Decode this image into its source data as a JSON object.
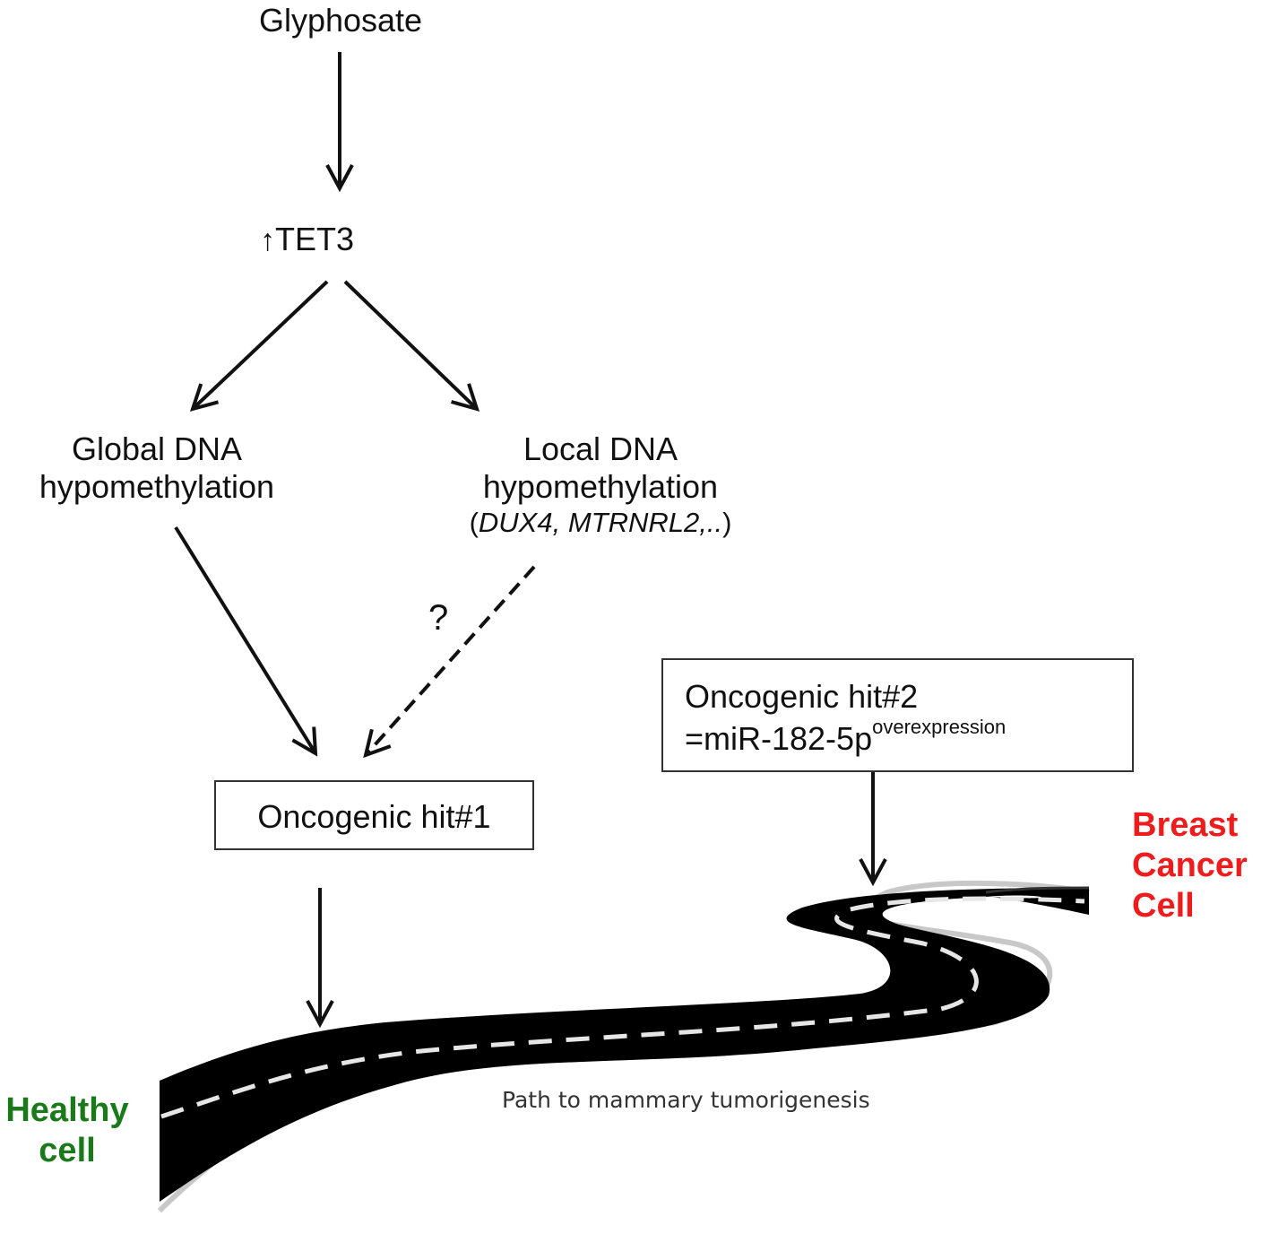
{
  "nodes": {
    "glyphosate": "Glyphosate",
    "tet3_arrow": "↑",
    "tet3": "TET3",
    "global": {
      "line1": "Global DNA",
      "line2": "hypomethylation"
    },
    "local": {
      "line1": "Local DNA",
      "line2": "hypomethylation",
      "genes_open": "(",
      "genes": "DUX4, MTRNRL2,..",
      "genes_close": ")"
    },
    "uncertain_mark": "?",
    "hit1": "Oncogenic hit#1",
    "hit2": {
      "line1": "Oncogenic hit#2",
      "line2": "=miR-182-5p",
      "superscript": "overexpression"
    }
  },
  "road": {
    "start": {
      "line1": "Healthy",
      "line2": "cell",
      "color": "#1a7a1a"
    },
    "end": {
      "line1": "Breast",
      "line2": "Cancer",
      "line3": "Cell",
      "color": "#ee1c1c"
    },
    "caption": "Path to mammary tumorigenesis"
  },
  "edges": [
    {
      "from": "glyphosate",
      "to": "tet3",
      "style": "solid"
    },
    {
      "from": "tet3",
      "to": "global",
      "style": "solid"
    },
    {
      "from": "tet3",
      "to": "local",
      "style": "solid"
    },
    {
      "from": "global",
      "to": "hit1",
      "style": "solid"
    },
    {
      "from": "local",
      "to": "hit1",
      "style": "dashed",
      "label": "?"
    },
    {
      "from": "hit1",
      "to": "road",
      "style": "solid"
    },
    {
      "from": "hit2",
      "to": "road",
      "style": "solid"
    }
  ]
}
